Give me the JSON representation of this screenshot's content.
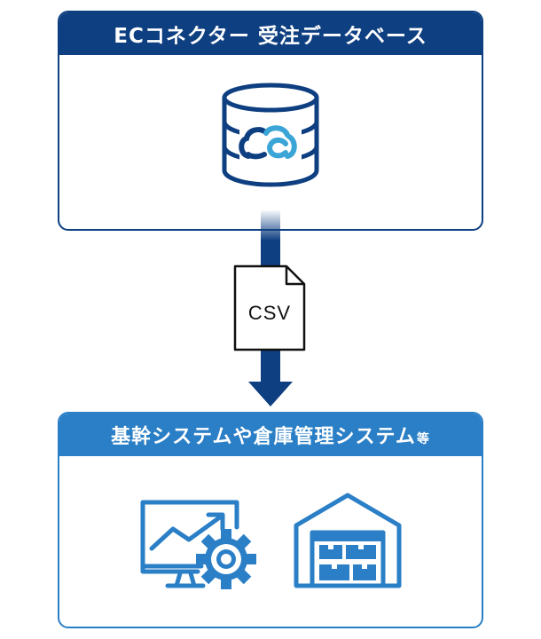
{
  "top_box": {
    "title": "ECコネクター 受注データベース",
    "icon": "cloud-database-icon"
  },
  "file": {
    "label": "CSV",
    "icon": "document-icon"
  },
  "bottom_box": {
    "title": "基幹システムや倉庫管理システム",
    "title_suffix": "等",
    "icons": [
      "analytics-monitor-gear-icon",
      "warehouse-icon"
    ]
  },
  "colors": {
    "dark_blue": "#0e3f81",
    "mid_blue": "#2a7fc6",
    "cloud_teal": "#3aa5d6"
  }
}
